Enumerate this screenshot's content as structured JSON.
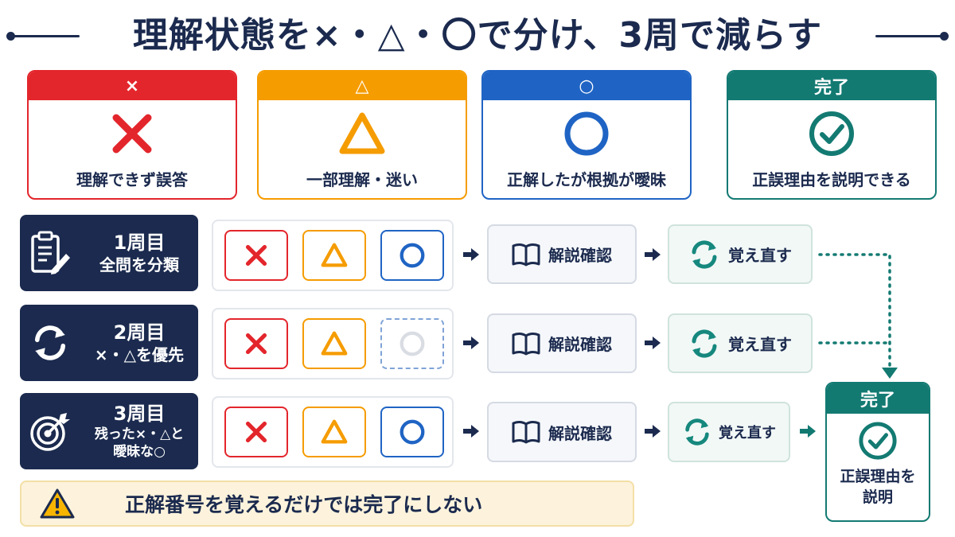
{
  "title": "理解状態を×・△・〇で分け、3周で減らす",
  "legend": [
    {
      "head": "×",
      "desc": "理解できず誤答",
      "color": "#e3262c",
      "icon": "cross-mark-icon"
    },
    {
      "head": "△",
      "desc": "一部理解・迷い",
      "color": "#f59c00",
      "icon": "triangle-icon"
    },
    {
      "head": "○",
      "desc": "正解したが根拠が曖昧",
      "color": "#1f64c4",
      "icon": "circle-icon"
    },
    {
      "head": "完了",
      "desc": "正誤理由を説明できる",
      "color": "#137a72",
      "icon": "check-circle-icon"
    }
  ],
  "rounds": [
    {
      "title": "1周目",
      "sub": [
        "全問を分類"
      ],
      "icon": "clipboard-pencil-icon",
      "explain": "解説確認",
      "relearn": "覚え直す"
    },
    {
      "title": "2周目",
      "sub": [
        "×・△を優先"
      ],
      "icon": "refresh-arrows-icon",
      "explain": "解説確認",
      "relearn": "覚え直す"
    },
    {
      "title": "3周目",
      "sub": [
        "残った×・△と",
        "曖昧な○"
      ],
      "icon": "target-arrow-icon",
      "explain": "解説確認",
      "relearn": "覚え直す"
    }
  ],
  "done": {
    "head": "完了",
    "lines": [
      "正誤理由を",
      "説明"
    ],
    "icon": "check-circle-icon"
  },
  "warning": {
    "text": "正解番号を覚えるだけでは完了にしない",
    "icon": "warning-triangle-icon"
  },
  "colors": {
    "navy": "#1b2a4e",
    "red": "#e3262c",
    "orange": "#f59c00",
    "blue": "#1f64c4",
    "teal": "#137a72",
    "warn_bg": "#fdf3dc"
  }
}
